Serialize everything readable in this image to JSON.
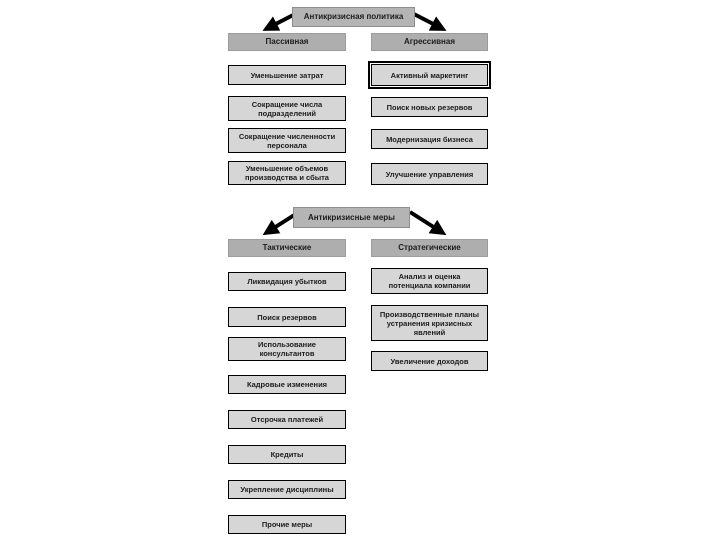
{
  "diagram": {
    "section1": {
      "title": "Антикризисная политика",
      "left_header": "Пассивная",
      "right_header": "Агрессивная",
      "left_items": [
        "Уменьшение затрат",
        "Сокращение числа подразделений",
        "Сокращение численности персонала",
        "Уменьшение объемов производства и сбыта"
      ],
      "right_items": [
        "Активный маркетинг",
        "Поиск новых резервов",
        "Модернизация бизнеса",
        "Улучшение управления"
      ]
    },
    "section2": {
      "title": "Антикризисные меры",
      "left_header": "Тактические",
      "right_header": "Стратегические",
      "left_items": [
        "Ликвидация убытков",
        "Поиск резервов",
        "Использование консультантов",
        "Кадровые изменения",
        "Отсрочка платежей",
        "Кредиты",
        "Укрепление дисциплины",
        "Прочие меры"
      ],
      "right_items": [
        "Анализ и оценка потенциала компании",
        "Производственные планы устранения кризисных явлений",
        "Увеличение доходов"
      ]
    },
    "colors": {
      "title_fill": "#b4b4b4",
      "header_fill": "#aeaeae",
      "item_fill": "#d6d6d6",
      "border": "#000000",
      "background": "#ffffff"
    }
  }
}
